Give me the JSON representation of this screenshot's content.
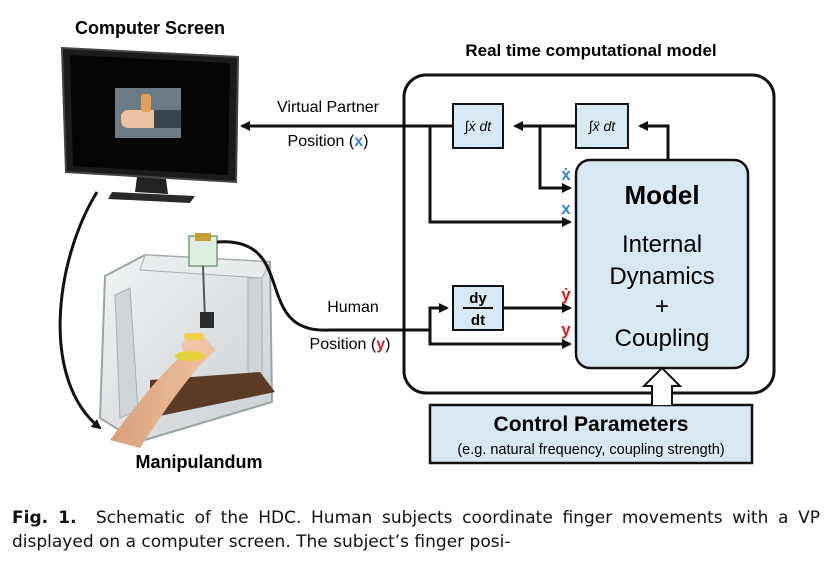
{
  "diagram": {
    "computer_screen_label": "Computer Screen",
    "model_box_title": "Real time computational model",
    "manipulandum_label": "Manipulandum",
    "vp_line1": "Virtual Partner",
    "vp_line2_pre": "Position (",
    "vp_var": "x",
    "vp_line2_post": ")",
    "human_line1": "Human",
    "human_line2_pre": "Position (",
    "human_var": "y",
    "human_line2_post": ")",
    "integrator_x": "∫ẋ dt",
    "integrator_xdd": "∫ẍ dt",
    "deriv_num": "dy",
    "deriv_den": "dt",
    "input_xdot": "ẋ",
    "input_x": "x",
    "input_ydot": "ẏ",
    "input_y": "y",
    "model_title": "Model",
    "model_line1": "Internal",
    "model_line2": "Dynamics",
    "model_line3": "+",
    "model_line4": "Coupling",
    "control_title": "Control Parameters",
    "control_sub": "(e.g. natural frequency, coupling strength)",
    "colors": {
      "x_var": "#3a7fd5",
      "y_var": "#d11f1f",
      "box_fill": "#d8e9f6",
      "stroke": "#111111"
    }
  },
  "caption": {
    "label": "Fig. 1.",
    "text": "Schematic of the HDC. Human subjects coordinate finger movements with a VP displayed on a computer screen. The subject’s finger posi-"
  }
}
